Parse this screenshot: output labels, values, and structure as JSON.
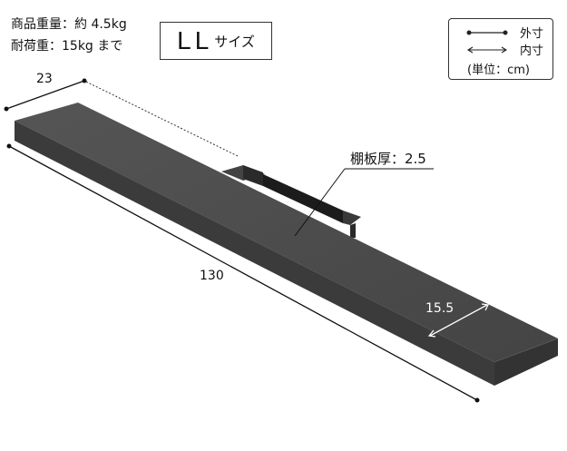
{
  "specs": {
    "weight": "商品重量：約 4.5kg",
    "load": "耐荷重：15kg まで"
  },
  "size_label": {
    "big": "LL",
    "small": "サイズ"
  },
  "legend": {
    "outer": "外寸",
    "inner": "内寸",
    "unit": "(単位：cm)"
  },
  "dimensions": {
    "depth": "23",
    "width": "130",
    "thickness": "棚板厚：2.5",
    "inner_depth": "15.5"
  },
  "colors": {
    "shelf_top": "#4a4a4a",
    "shelf_front": "#3a3a3a",
    "shelf_dark": "#222222"
  }
}
